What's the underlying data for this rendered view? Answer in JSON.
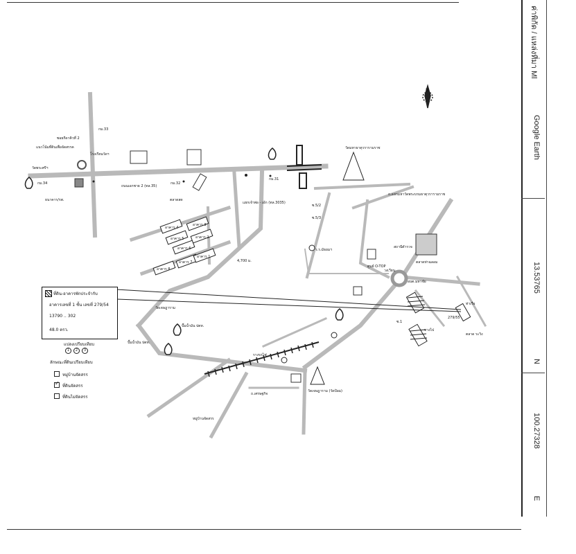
{
  "sidebar": {
    "title": "ค่าพิกัด / แหล่งที่มา Ml",
    "source": "Google Earth",
    "lat_value": "13.53765",
    "lat_letter": "N",
    "lon_value": "100.27328",
    "lon_letter": "E"
  },
  "legend": {
    "line1": "ที่ดิน-อาคารพักประจำกับ",
    "line2": "อาคารเลขที่ 1 ชั้น เลขที่ 279/54",
    "line3": "13790    .. 302",
    "line4": "48.0 ตรว."
  },
  "key": {
    "title": "แปลงเปรียบเทียบ",
    "circles": [
      "1",
      "2",
      "3"
    ],
    "subtitle": "ลักษณะที่ดินเปรียบเทียบ",
    "items": [
      {
        "label": "หมู่บ้านจัดสรร",
        "checked": false
      },
      {
        "label": "ที่ดินจัดสรร",
        "checked": true
      },
      {
        "label": "ที่ดินไม่จัดสรร",
        "checked": false
      }
    ]
  },
  "map_labels": {
    "top_left_1": "ซอยกีดาคิวที่ 2",
    "top_left_2": "แนวโน้มที่ดินเพื่อจัดสรรค",
    "top_left_3": "โรงเรียนวัดฯ",
    "top_left_4": "วัดพระศรีฯ",
    "top_left_5": "ธนาคาร/รพ.",
    "road_main": "ถนนเอกชาย 2 (ทล.35)",
    "km_1": "กม.34",
    "km_2": "กม.33",
    "km_3": "กม.32",
    "km_4": "กม.31",
    "temple_main": "วัดมหาธาตุวรารามราช",
    "temple_road": "ถ.แยกมหาวัดพระบรมธาตุวรารามราช",
    "market_1": "ตลาดสด",
    "junction": "แยกเจ้าพ่อ - เอ้ก (ทล.3035)",
    "distance": "4,700 ม.",
    "blocks": [
      "อาคาร 4",
      "อาคาร 5",
      "อาคาร 3",
      "อาคาร 6",
      "อาคาร 2",
      "อาคาร 7",
      "อาคาร 1",
      "อาคาร 8"
    ],
    "school": "ร.ร.มัธยมฯ",
    "otop": "ศูนย์ O-TOP",
    "office": "สถานีตำรวจ",
    "tambon": "อบต.มหาชัย",
    "circle_right": "วงเวียน",
    "market_2": "ตลาดท่าฉลอม",
    "gas_1": "ปั๊มน้ำมัน ปตท.",
    "gas_2": "ปั๊มน้ำมัน ปตท.",
    "temple_2": "วัดเจษฎาราม",
    "rail": "รางรถไฟ",
    "village": "หมู่บ้านจัดสรร",
    "temple_3": "วัดเจษฎาราม (วัดป้อม)",
    "road_s": "ถ.เศรษฐกิจ",
    "right_1": "279/55",
    "right_2": "ตลาด ระวิง",
    "right_3": "ทางไป",
    "right_4": "ท่าเรือ",
    "soi": "ซ.1 ",
    "lane": "ซ.5/2",
    "lane2": "ซ.5/3",
    "north": "N"
  },
  "chart_data": null
}
